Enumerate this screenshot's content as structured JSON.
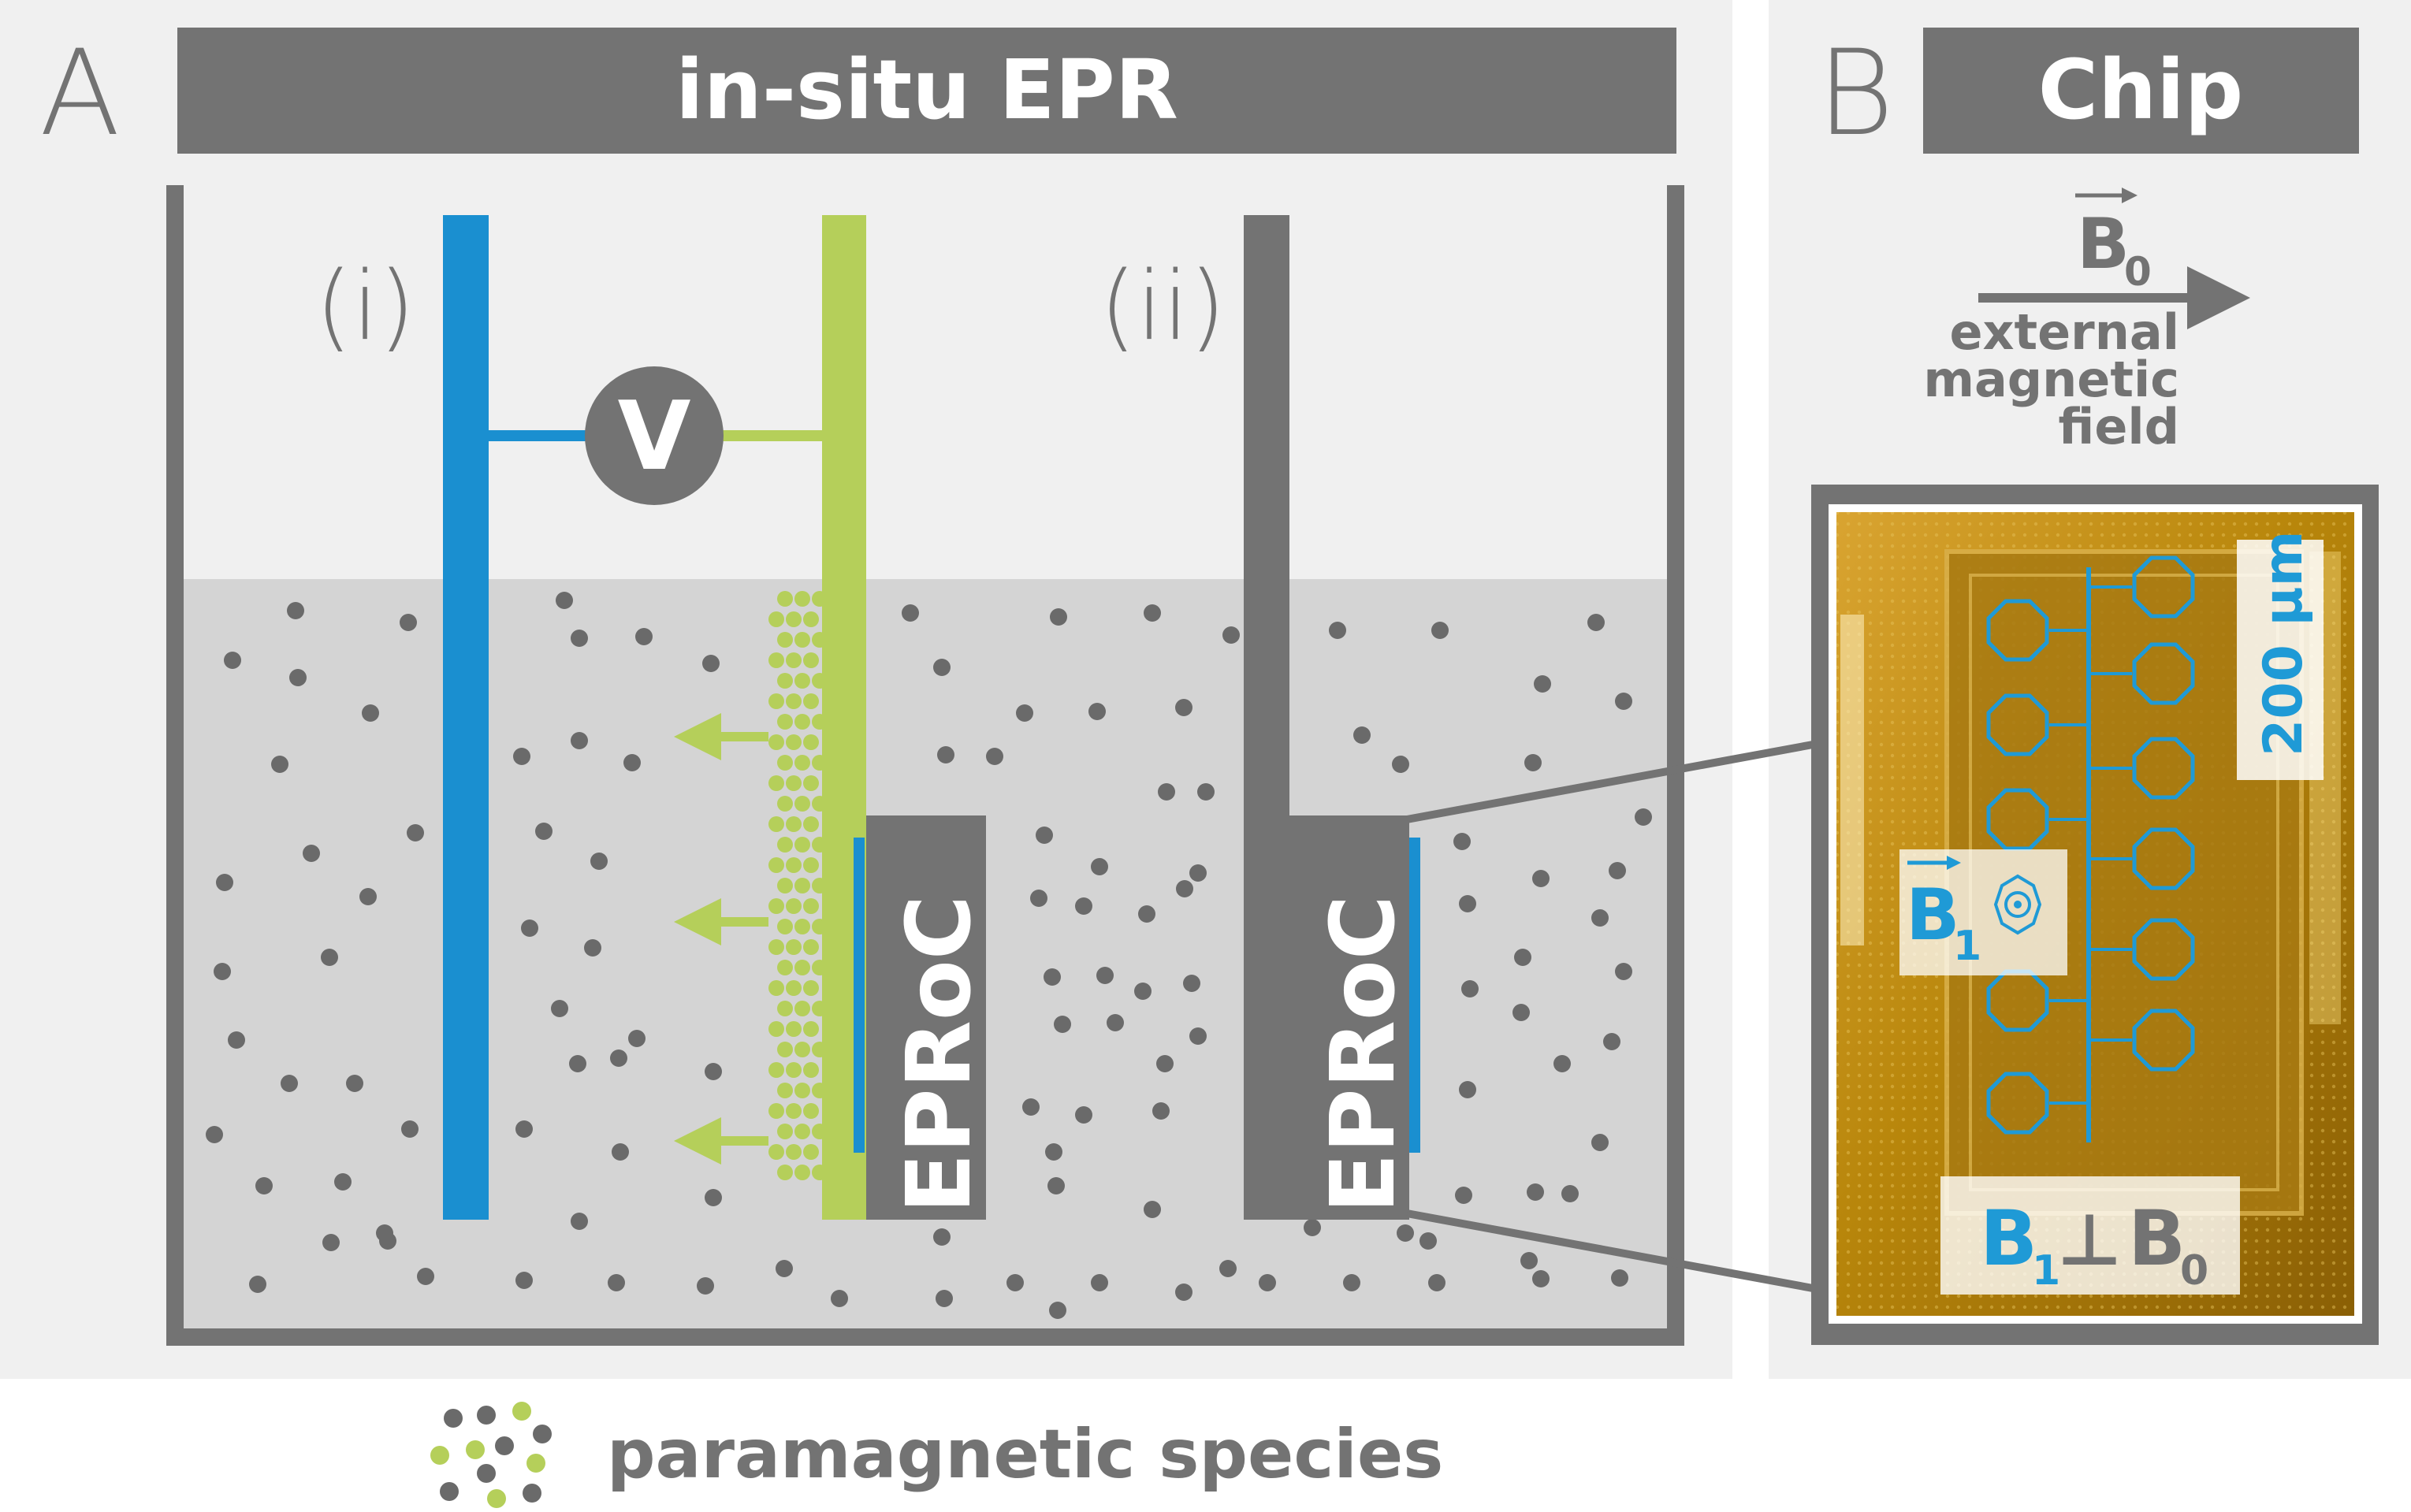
{
  "panel_a": {
    "letter": "A",
    "title": "in-situ EPR",
    "label_i": "(i)",
    "label_ii": "(ii)",
    "voltmeter_symbol": "V",
    "chip_label_left": "EPRoC",
    "chip_label_right": "EPRoC"
  },
  "panel_b": {
    "letter": "B",
    "title": "Chip",
    "field_symbol": "B",
    "field_subscript": "0",
    "field_caption_lines": [
      "external",
      "magnetic",
      "field"
    ],
    "scale_bar": "200 µm",
    "b1_symbol": "B",
    "b1_subscript": "1",
    "relation_b1": "B",
    "relation_b1_sub": "1",
    "relation_perp": "⊥",
    "relation_b0": "B",
    "relation_b0_sub": "0"
  },
  "legend": {
    "label": "paramagnetic species"
  },
  "colors": {
    "panel_bg": "#f0f0f0",
    "header_bar": "#737373",
    "electrolyte": "#d4d4d4",
    "particle_gray": "#6a6a6a",
    "working_electrode_blue": "#1a8fd0",
    "counter_electrode_green": "#b5cf5a",
    "chip_gold": "#b8860b",
    "chip_circuit_blue": "#1f9ad6"
  },
  "icons": [
    "voltmeter-icon",
    "arrow-icon",
    "vector-arrow-icon",
    "coil-icon"
  ]
}
